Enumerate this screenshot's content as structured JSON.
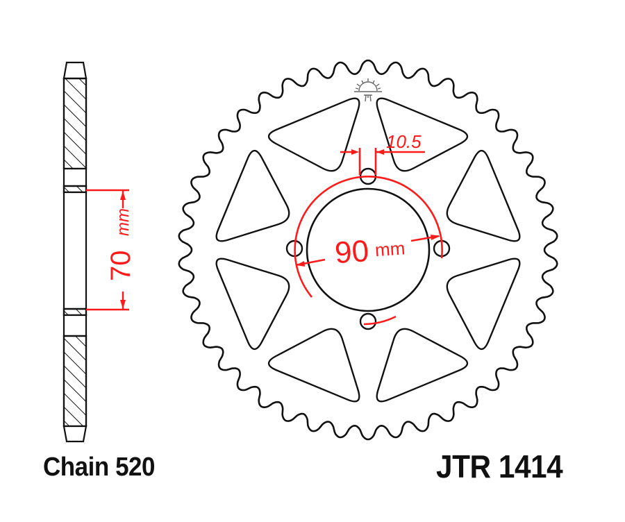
{
  "labels": {
    "chain": "Chain 520",
    "part_number": "JTR 1414"
  },
  "dimensions": {
    "pcd_value": "90",
    "pcd_unit": "mm",
    "center_bore_value": "70",
    "center_bore_unit": "mm",
    "bolt_hole_diameter": "10.5"
  },
  "sprocket": {
    "teeth": 42,
    "lightening_holes": 8,
    "bolt_holes": 4
  },
  "colors": {
    "outline": "#111111",
    "dimension": "#ff1a1a",
    "background": "#ffffff",
    "logo": "#666666"
  },
  "icons": {
    "logo": "jt-sun-logo-icon"
  }
}
